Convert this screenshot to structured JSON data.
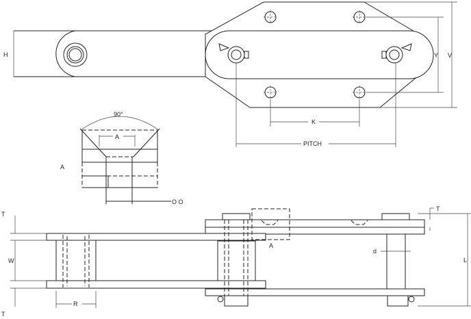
{
  "labels": {
    "h": "H",
    "v": "V",
    "y": "Y",
    "k": "K",
    "pitch": "PITCH",
    "angle": "90°",
    "a_top": "A",
    "a_left": "A",
    "oo": "O O",
    "t_left_top": "T",
    "w": "W",
    "r": "R",
    "t_left_bottom": "T",
    "a_side": "A",
    "d": "d",
    "t_right": "T",
    "l": "L"
  }
}
